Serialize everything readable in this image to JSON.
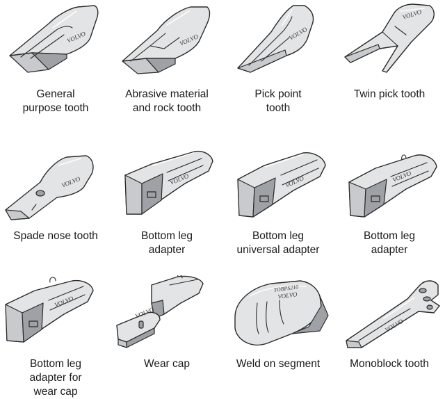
{
  "items": [
    {
      "icon": "general-purpose-tooth-illustration",
      "caption": "General\npurpose tooth",
      "brand": "VOLVO"
    },
    {
      "icon": "abrasive-rock-tooth-illustration",
      "caption": "Abrasive material\nand rock tooth",
      "brand": "VOLVO"
    },
    {
      "icon": "pick-point-tooth-illustration",
      "caption": "Pick point\ntooth",
      "brand": "VOLVO"
    },
    {
      "icon": "twin-pick-tooth-illustration",
      "caption": "Twin pick tooth",
      "brand": "VOLVO"
    },
    {
      "icon": "spade-nose-tooth-illustration",
      "caption": "Spade nose tooth",
      "brand": "VOLVO"
    },
    {
      "icon": "bottom-leg-adapter-illustration",
      "caption": "Bottom leg\nadapter",
      "brand": "VOLVO"
    },
    {
      "icon": "bottom-leg-universal-adapter-illustration",
      "caption": "Bottom leg\nuniversal adapter",
      "brand": "VOLVO"
    },
    {
      "icon": "bottom-leg-adapter-2-illustration",
      "caption": "Bottom leg\nadapter",
      "brand": "VOLVO"
    },
    {
      "icon": "bottom-leg-adapter-wear-cap-illustration",
      "caption": "Bottom leg\nadapter for\nwear cap",
      "brand": "VOLVO"
    },
    {
      "icon": "wear-cap-illustration",
      "caption": "Wear cap",
      "brand": "VOLVO"
    },
    {
      "icon": "weld-on-segment-illustration",
      "caption": "Weld on segment",
      "brand": "VOLVO",
      "code": "TOBPS210"
    },
    {
      "icon": "monoblock-tooth-illustration",
      "caption": "Monoblock tooth",
      "brand": "VOLVO"
    }
  ]
}
